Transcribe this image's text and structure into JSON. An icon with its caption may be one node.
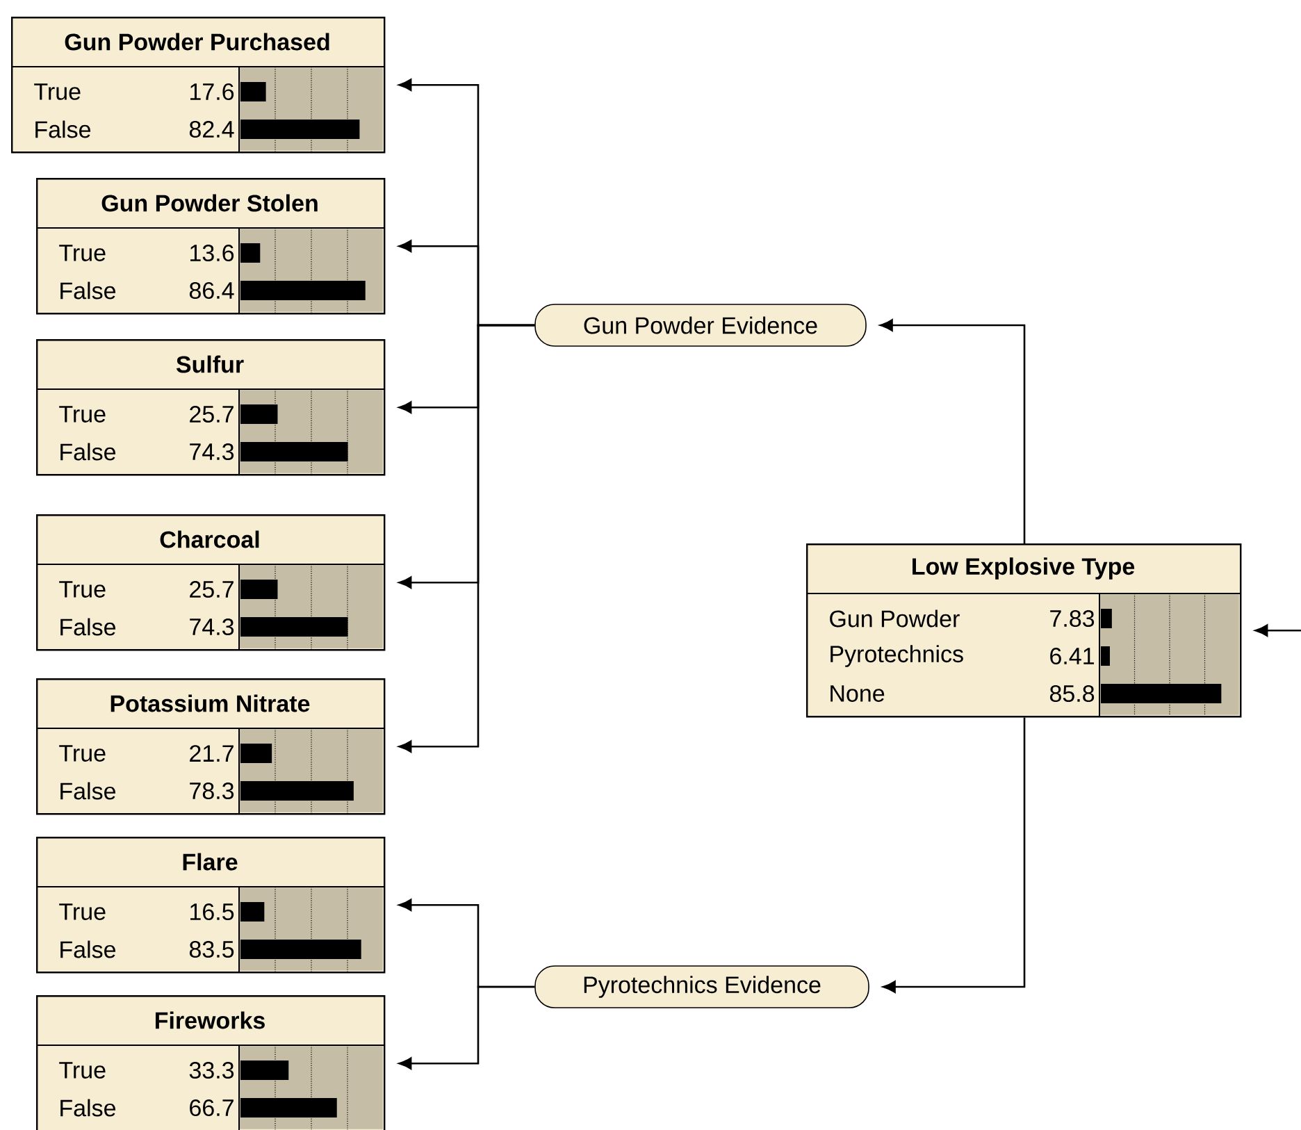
{
  "diagram": {
    "nodes": [
      {
        "text": [
          "Gun Powder Purchased",
          "True",
          "17.6",
          "False",
          "82.4"
        ]
      },
      {
        "text": [
          "Gun Powder Stolen",
          "True",
          "13.6",
          "False",
          "86.4"
        ]
      },
      {
        "text": [
          "Sulfur",
          "True",
          "25.7",
          "False",
          "74.3"
        ]
      },
      {
        "text": [
          "Charcoal",
          "True",
          "25.7",
          "False",
          "74.3"
        ]
      },
      {
        "text": [
          "Potassium Nitrate",
          "True",
          "21.7",
          "False",
          "78.3"
        ]
      },
      {
        "text": [
          "Flare",
          "True",
          "16.5",
          "False",
          "83.5"
        ]
      },
      {
        "text": [
          "Fireworks",
          "True",
          "33.3",
          "False",
          "66.7"
        ]
      },
      {
        "text": [
          "Gun Powder Evidence"
        ]
      },
      {
        "text": [
          "Pyrotechnics Evidence"
        ]
      },
      {
        "text": [
          "Low Explosive Type",
          "Gun Powder",
          "7.83",
          "Pyrotechnics",
          "6.41",
          "None",
          "85.8"
        ]
      }
    ],
    "edges": [
      {
        "from": 7,
        "to": 0,
        "arrow": "to"
      },
      {
        "from": 7,
        "to": 1,
        "arrow": "to"
      },
      {
        "from": 7,
        "to": 2,
        "arrow": "to"
      },
      {
        "from": 7,
        "to": 3,
        "arrow": "to"
      },
      {
        "from": 7,
        "to": 4,
        "arrow": "to"
      },
      {
        "from": 8,
        "to": 5,
        "arrow": "to"
      },
      {
        "from": 8,
        "to": 6,
        "arrow": "to"
      },
      {
        "from": 9,
        "to": 7,
        "arrow": "to"
      },
      {
        "from": 9,
        "to": 8,
        "arrow": "to"
      },
      {
        "from": null,
        "to": 9,
        "arrow": "to"
      }
    ]
  }
}
